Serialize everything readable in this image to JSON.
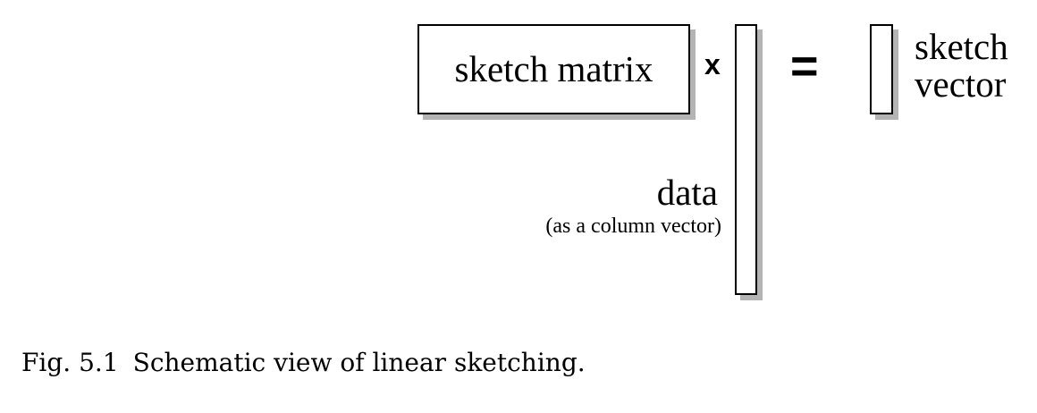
{
  "diagram": {
    "matrix_label": "sketch matrix",
    "times_symbol": "x",
    "equals_symbol": "=",
    "data_label": "data",
    "data_sublabel": "(as a column vector)",
    "result_label_line1": "sketch",
    "result_label_line2": "vector",
    "shadow_color": "#b4b4b4"
  },
  "caption": {
    "label": "Fig. 5.1",
    "text": "Schematic view of linear sketching."
  }
}
